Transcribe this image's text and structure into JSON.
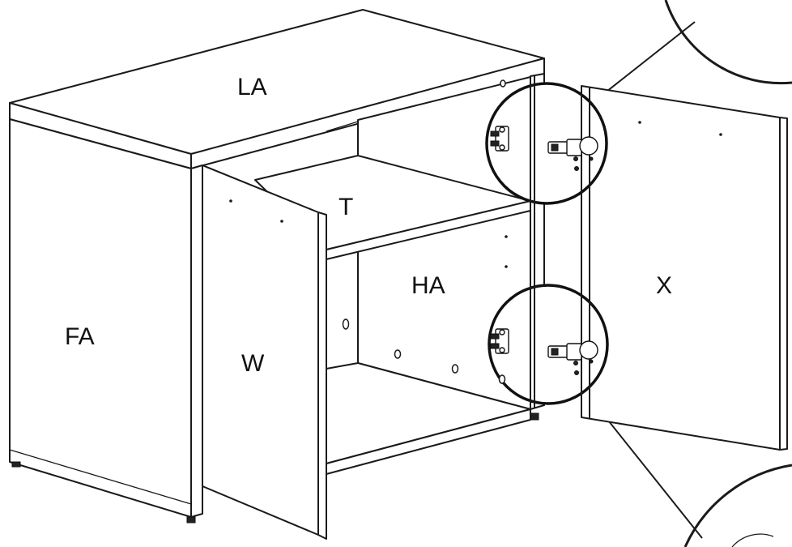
{
  "labels": {
    "top_panel": "LA",
    "shelf": "T",
    "back_panel": "HA",
    "side_panel": "FA",
    "left_door": "W",
    "right_door": "X"
  }
}
